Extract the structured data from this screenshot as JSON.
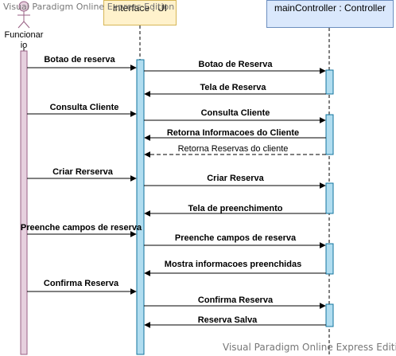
{
  "watermark": "Visual Paradigm Online Express Edition",
  "actor": {
    "name": "Funcionario",
    "name_lines": [
      "Funcionar",
      "io"
    ]
  },
  "lifelines": {
    "ui": "interface : UI",
    "controller": "mainController : Controller"
  },
  "messages": [
    {
      "id": "m1",
      "label": "Botao de reserva",
      "from": "actor",
      "to": "ui",
      "kind": "sync"
    },
    {
      "id": "m2",
      "label": "Botao de Reserva",
      "from": "ui",
      "to": "controller",
      "kind": "sync"
    },
    {
      "id": "m3",
      "label": "Tela de Reserva",
      "from": "controller",
      "to": "ui",
      "kind": "return"
    },
    {
      "id": "m4",
      "label": "Consulta Cliente",
      "from": "actor",
      "to": "ui",
      "kind": "sync"
    },
    {
      "id": "m5",
      "label": "Consulta Cliente",
      "from": "ui",
      "to": "controller",
      "kind": "sync"
    },
    {
      "id": "m6",
      "label": "Retorna Informacoes do Cliente",
      "from": "controller",
      "to": "ui",
      "kind": "return"
    },
    {
      "id": "m7",
      "label": "Retorna Reservas do cliente",
      "from": "controller",
      "to": "ui",
      "kind": "return-dashed"
    },
    {
      "id": "m8",
      "label": "Criar Rerserva",
      "from": "actor",
      "to": "ui",
      "kind": "sync"
    },
    {
      "id": "m9",
      "label": "Criar Reserva",
      "from": "ui",
      "to": "controller",
      "kind": "sync"
    },
    {
      "id": "m10",
      "label": "Tela de preenchimento",
      "from": "controller",
      "to": "ui",
      "kind": "return"
    },
    {
      "id": "m11",
      "label": "Preenche campos de reserva",
      "from": "actor",
      "to": "ui",
      "kind": "sync"
    },
    {
      "id": "m12",
      "label": "Preenche campos de reserva",
      "from": "ui",
      "to": "controller",
      "kind": "sync"
    },
    {
      "id": "m13",
      "label": "Mostra informacoes preenchidas",
      "from": "controller",
      "to": "ui",
      "kind": "return"
    },
    {
      "id": "m14",
      "label": "Confirma Reserva",
      "from": "actor",
      "to": "ui",
      "kind": "sync"
    },
    {
      "id": "m15",
      "label": "Confirma Reserva",
      "from": "ui",
      "to": "controller",
      "kind": "sync"
    },
    {
      "id": "m16",
      "label": "Reserva Salva",
      "from": "controller",
      "to": "ui",
      "kind": "return"
    }
  ],
  "colors": {
    "actor_activation": "#e6d0de",
    "actor_activation_border": "#996185",
    "ui_activation": "#b1ddf0",
    "ui_activation_border": "#10739e",
    "ui_header": "#fff2cc",
    "ctrl_header": "#dae8fc"
  }
}
